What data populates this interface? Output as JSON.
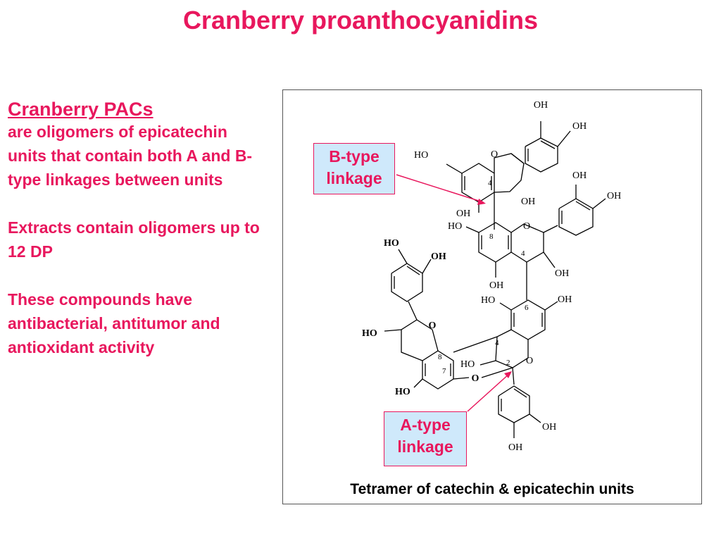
{
  "title": "Cranberry proanthocyanidins",
  "left_panel": {
    "heading": "Cranberry PACs",
    "paragraph1": "are oligomers of epicatechin units that contain both A and B-type linkages between units",
    "paragraph2": "Extracts contain oligomers up to 12 DP",
    "paragraph3": "These compounds have antibacterial, antitumor and antioxidant activity"
  },
  "figure": {
    "callout_b_line1": "B-type",
    "callout_b_line2": "linkage",
    "callout_a_line1": "A-type",
    "callout_a_line2": "linkage",
    "caption": "Tetramer of catechin & epicatechin units",
    "atom_labels": {
      "oh": "OH",
      "ho": "HO",
      "o": "O",
      "n2": "2",
      "n4": "4",
      "n6": "6",
      "n7": "7",
      "n8": "8"
    }
  },
  "colors": {
    "accent": "#e8175d",
    "callout_fill": "#cfe9fb"
  }
}
